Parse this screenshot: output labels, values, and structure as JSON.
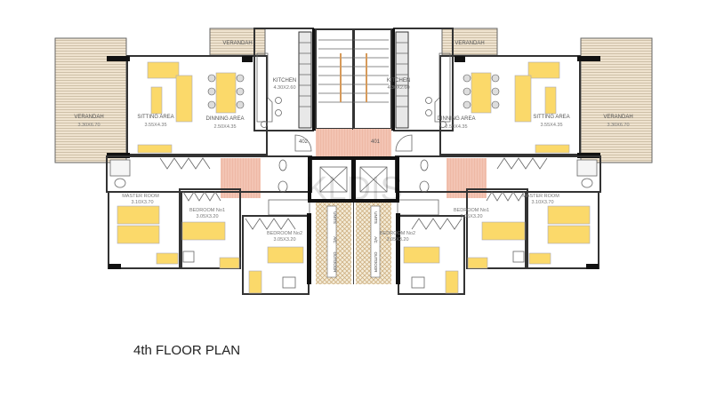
{
  "title": "4th FLOOR PLAN",
  "watermark": "KLDIS",
  "colors": {
    "furniture": "#fbd96a",
    "hall": "#f3c4b3",
    "verandah": "#efe3cf",
    "walls": "#111111"
  },
  "left_unit": {
    "door_number": "402",
    "verandah_large": {
      "name": "VERANDAH",
      "size": "3.30X6.70"
    },
    "verandah_small": {
      "name": "VERANDAH"
    },
    "sitting": {
      "name": "SITTING AREA",
      "size": "3.55X4.35"
    },
    "dining": {
      "name": "DINNING AREA",
      "size": "2.50X4.35"
    },
    "kitchen": {
      "name": "KITCHEN",
      "size": "4.30X2.60"
    },
    "master": {
      "name": "MASTER ROOM",
      "size": "3.10X3.70"
    },
    "bed1": {
      "name": "BEDROOM No1",
      "size": "3.05X3.20"
    },
    "bed2": {
      "name": "BEDROOM No2",
      "size": "3.05X3.20"
    }
  },
  "right_unit": {
    "door_number": "401",
    "verandah_large": {
      "name": "VERANDAH",
      "size": "3.30X6.70"
    },
    "verandah_small": {
      "name": "VERANDAH"
    },
    "sitting": {
      "name": "SITTING AREA",
      "size": "3.55X4.35"
    },
    "dining": {
      "name": "DINNING AREA",
      "size": "2.50X4.35"
    },
    "kitchen": {
      "name": "KITCHEN",
      "size": "4.30X2.60"
    },
    "master": {
      "name": "MASTER ROOM",
      "size": "3.10X3.70"
    },
    "bed1": {
      "name": "BEDROOM No1",
      "size": "3.05X3.20"
    },
    "bed2": {
      "name": "BEDROOM No2",
      "size": "3.05X3.20"
    }
  },
  "shaft_labels": {
    "units": "UNITS",
    "ac": "A/C",
    "outdoor": "OUTDOOR"
  }
}
